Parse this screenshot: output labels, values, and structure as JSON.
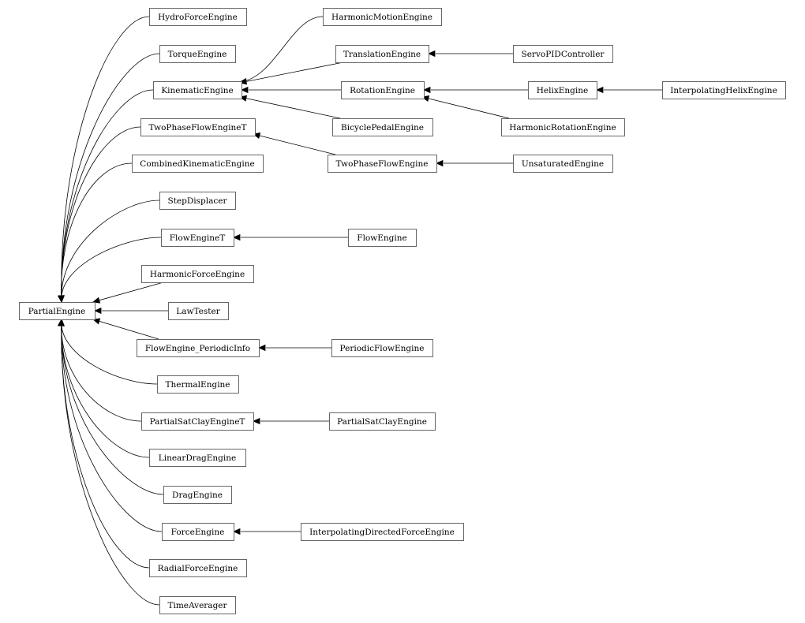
{
  "diagram": {
    "nodes": [
      {
        "id": "PartialEngine",
        "label": "PartialEngine"
      },
      {
        "id": "HydroForceEngine",
        "label": "HydroForceEngine"
      },
      {
        "id": "TorqueEngine",
        "label": "TorqueEngine"
      },
      {
        "id": "KinematicEngine",
        "label": "KinematicEngine"
      },
      {
        "id": "TwoPhaseFlowEngineT",
        "label": "TwoPhaseFlowEngineT"
      },
      {
        "id": "CombinedKinematicEngine",
        "label": "CombinedKinematicEngine"
      },
      {
        "id": "StepDisplacer",
        "label": "StepDisplacer"
      },
      {
        "id": "FlowEngineT",
        "label": "FlowEngineT"
      },
      {
        "id": "HarmonicForceEngine",
        "label": "HarmonicForceEngine"
      },
      {
        "id": "LawTester",
        "label": "LawTester"
      },
      {
        "id": "FlowEngine_PeriodicInfo",
        "label": "FlowEngine_PeriodicInfo"
      },
      {
        "id": "ThermalEngine",
        "label": "ThermalEngine"
      },
      {
        "id": "PartialSatClayEngineT",
        "label": "PartialSatClayEngineT"
      },
      {
        "id": "LinearDragEngine",
        "label": "LinearDragEngine"
      },
      {
        "id": "DragEngine",
        "label": "DragEngine"
      },
      {
        "id": "ForceEngine",
        "label": "ForceEngine"
      },
      {
        "id": "RadialForceEngine",
        "label": "RadialForceEngine"
      },
      {
        "id": "TimeAverager",
        "label": "TimeAverager"
      },
      {
        "id": "HarmonicMotionEngine",
        "label": "HarmonicMotionEngine"
      },
      {
        "id": "TranslationEngine",
        "label": "TranslationEngine"
      },
      {
        "id": "RotationEngine",
        "label": "RotationEngine"
      },
      {
        "id": "BicyclePedalEngine",
        "label": "BicyclePedalEngine"
      },
      {
        "id": "TwoPhaseFlowEngine",
        "label": "TwoPhaseFlowEngine"
      },
      {
        "id": "FlowEngine",
        "label": "FlowEngine"
      },
      {
        "id": "PeriodicFlowEngine",
        "label": "PeriodicFlowEngine"
      },
      {
        "id": "PartialSatClayEngine",
        "label": "PartialSatClayEngine"
      },
      {
        "id": "InterpolatingDirectedForceEngine",
        "label": "InterpolatingDirectedForceEngine"
      },
      {
        "id": "ServoPIDController",
        "label": "ServoPIDController"
      },
      {
        "id": "HelixEngine",
        "label": "HelixEngine"
      },
      {
        "id": "HarmonicRotationEngine",
        "label": "HarmonicRotationEngine"
      },
      {
        "id": "UnsaturatedEngine",
        "label": "UnsaturatedEngine"
      },
      {
        "id": "InterpolatingHelixEngine",
        "label": "InterpolatingHelixEngine"
      }
    ],
    "edges": [
      {
        "from": "HydroForceEngine",
        "to": "PartialEngine"
      },
      {
        "from": "TorqueEngine",
        "to": "PartialEngine"
      },
      {
        "from": "KinematicEngine",
        "to": "PartialEngine"
      },
      {
        "from": "TwoPhaseFlowEngineT",
        "to": "PartialEngine"
      },
      {
        "from": "CombinedKinematicEngine",
        "to": "PartialEngine"
      },
      {
        "from": "StepDisplacer",
        "to": "PartialEngine"
      },
      {
        "from": "FlowEngineT",
        "to": "PartialEngine"
      },
      {
        "from": "HarmonicForceEngine",
        "to": "PartialEngine"
      },
      {
        "from": "LawTester",
        "to": "PartialEngine"
      },
      {
        "from": "FlowEngine_PeriodicInfo",
        "to": "PartialEngine"
      },
      {
        "from": "ThermalEngine",
        "to": "PartialEngine"
      },
      {
        "from": "PartialSatClayEngineT",
        "to": "PartialEngine"
      },
      {
        "from": "LinearDragEngine",
        "to": "PartialEngine"
      },
      {
        "from": "DragEngine",
        "to": "PartialEngine"
      },
      {
        "from": "ForceEngine",
        "to": "PartialEngine"
      },
      {
        "from": "RadialForceEngine",
        "to": "PartialEngine"
      },
      {
        "from": "TimeAverager",
        "to": "PartialEngine"
      },
      {
        "from": "HarmonicMotionEngine",
        "to": "KinematicEngine"
      },
      {
        "from": "TranslationEngine",
        "to": "KinematicEngine"
      },
      {
        "from": "RotationEngine",
        "to": "KinematicEngine"
      },
      {
        "from": "BicyclePedalEngine",
        "to": "KinematicEngine"
      },
      {
        "from": "ServoPIDController",
        "to": "TranslationEngine"
      },
      {
        "from": "HelixEngine",
        "to": "RotationEngine"
      },
      {
        "from": "HarmonicRotationEngine",
        "to": "RotationEngine"
      },
      {
        "from": "InterpolatingHelixEngine",
        "to": "HelixEngine"
      },
      {
        "from": "TwoPhaseFlowEngine",
        "to": "TwoPhaseFlowEngineT"
      },
      {
        "from": "UnsaturatedEngine",
        "to": "TwoPhaseFlowEngine"
      },
      {
        "from": "FlowEngine",
        "to": "FlowEngineT"
      },
      {
        "from": "PeriodicFlowEngine",
        "to": "FlowEngine_PeriodicInfo"
      },
      {
        "from": "PartialSatClayEngine",
        "to": "PartialSatClayEngineT"
      },
      {
        "from": "InterpolatingDirectedForceEngine",
        "to": "ForceEngine"
      }
    ]
  }
}
